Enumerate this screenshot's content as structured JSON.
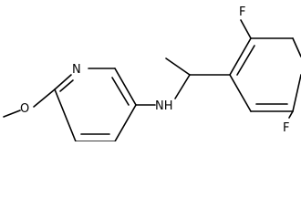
{
  "structure": {
    "atom_labels": {
      "nitrogen_ring": "N",
      "amine": "NH",
      "fluoro_top": "F",
      "fluoro_bottom": "F",
      "methoxy_oxygen": "O"
    }
  }
}
